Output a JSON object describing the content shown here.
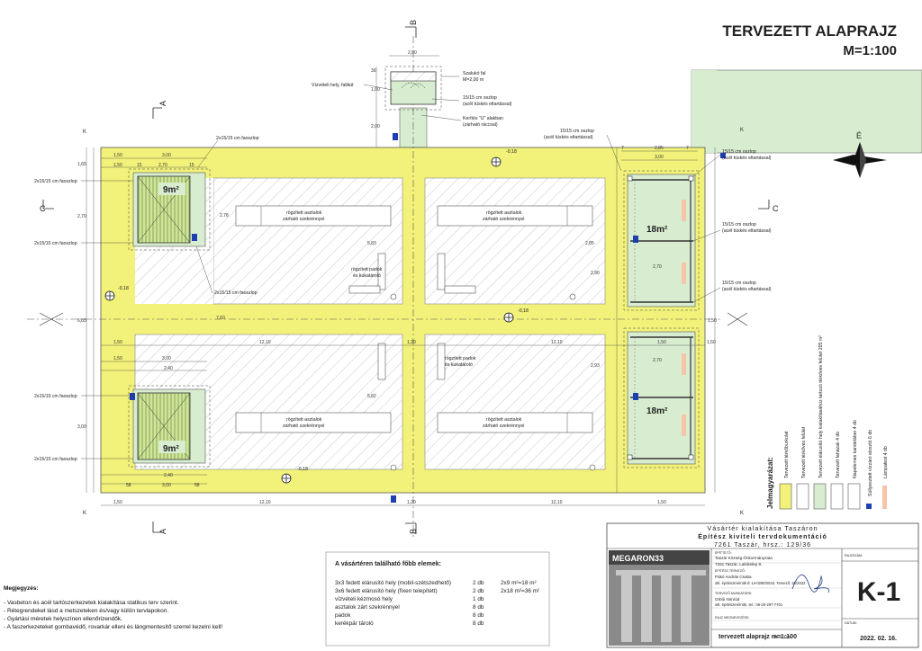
{
  "title": {
    "main": "TERVEZETT ALAPRAJZ",
    "scale": "M=1:100"
  },
  "sections": {
    "a": "A",
    "b": "B",
    "c": "C",
    "k": "K"
  },
  "compass": {
    "north": "É"
  },
  "levels": {
    "level_1": "-0,18",
    "level_2": "-0,18",
    "level_3": "-0,18",
    "level_4": "-0,18"
  },
  "callouts": {
    "szalaxo": "Szalukó fal",
    "szalaxo_h": "M=2,00 m",
    "water": "Vízvételi hely, falikút",
    "col_top": "15/15 cm oszlop",
    "col_top_sub": "(acél tüskés eltartással)",
    "kerites": "Kerítés \"U\" alakban",
    "kerites_sub": "(zárható ráccsal)",
    "col_ul_a": "15/15 cm oszlop",
    "col_ul_b": "(acél tüskés eltartással)",
    "faoszlop": "2x15/15 cm faoszlop",
    "col_r1": "15/15 cm oszlop",
    "col_r1b": "(acél tüskés eltartással)",
    "col_r2": "15/15 cm oszlop",
    "col_r2b": "(acél tüskés eltartással)",
    "col_r3": "15/15 cm oszlop",
    "col_r3b": "(acél tüskés eltartással)"
  },
  "areas": {
    "stall_9a": "9m²",
    "stall_9b": "9m²",
    "stall_18a": "18m²",
    "stall_18b": "18m²",
    "tables": "rögzített asztalok",
    "tables_sub": "zárható szekrénnyel",
    "benches": "rögzített padok",
    "benches_sub": "és kukatároló"
  },
  "dims": {
    "d150": "1,50",
    "d300": "3,00",
    "d285": "2,85",
    "d1210": "12,10",
    "d120": "1,20",
    "d200": "2,00",
    "d270": "2,70",
    "d240": "2,40",
    "d15": "15",
    "d58": "58",
    "d278": "2,78",
    "d583": "5,83",
    "d285v": "2,85",
    "d290": "2,90",
    "d165": "1,65",
    "d760": "7,60",
    "d685": "6,85",
    "d582": "5,82",
    "d293": "2,93",
    "d100": "1,00",
    "d30": "30",
    "d7": "7"
  },
  "legend": {
    "title": "Jelmagyarázat:",
    "items": [
      {
        "label": "Tervezett térkőburkolat",
        "color": "#f2f27a"
      },
      {
        "label": "Tervezett térkőves felület",
        "color": "#ffffff"
      },
      {
        "label": "Tervezett elárusító hely kialakításához tartozó térkőves felület 205 m²",
        "color": "#d8edd0"
      },
      {
        "label": "Tervezett faházak 4 db",
        "color": "#ffffff"
      },
      {
        "label": "Napelemes kandeláber 4 db",
        "color": "#ffffff"
      },
      {
        "label": "Süllyesztett vízzáró elosztó 6 db",
        "color": "#1f3fb0"
      },
      {
        "label": "Lámpatest 4 db",
        "color": "#f6c4a8"
      }
    ]
  },
  "elements_table": {
    "title": "A vásártéren található főbb elemek:",
    "rows": [
      {
        "name": "3x3 fedett elárusító hely (mobil-szétszedhető)",
        "qty": "2 db",
        "note": "2x9 m²=18 m²"
      },
      {
        "name": "3x6 fedett elárusító hely (fixen telepített)",
        "qty": "2 db",
        "note": "2x18 m²=36 m²"
      },
      {
        "name": "vízvételi kézmosó hely",
        "qty": "1 db",
        "note": ""
      },
      {
        "name": "asztalok zárt szekrénnyel",
        "qty": "8 db",
        "note": ""
      },
      {
        "name": "padok",
        "qty": "8 db",
        "note": ""
      },
      {
        "name": "kerékpár tároló",
        "qty": "8 db",
        "note": ""
      }
    ]
  },
  "notes": {
    "title": "Megjegyzés:",
    "items": [
      "- Vasbeton és acél tartószerkezetek kialakítása statikus terv szerint.",
      "- Rétegrendeket lásd a metszeteken és/vagy külön tervlapokon.",
      "- Gyártási méretek helyszínen ellenőrizendők.",
      "- A faszerkezeteket gombavédő, rovarkár elleni és lángmentesítő szerrel kezelni kell!"
    ]
  },
  "titleblock": {
    "project": "Vásártér kialakítása Taszáron",
    "phase": "Építész kiviteli tervdokumentáció",
    "address": "7261 Taszár, hrsz.: 129/36",
    "office": "MEGARON33",
    "client_label": "ÉPÍTTETŐ:",
    "client": "Taszár Község Önkormányzata",
    "client_addr": "7261 Taszár, Lakótelep 8.",
    "designer_label": "ÉPÍTÉSZ TERVEZŐ:",
    "designer": "Pákó András Csaba",
    "designer_no": "okl. építészmérnök É 14-0290/2023, Tervező: 26/2022",
    "designer2_label": "TERVEZŐ MUNKATÁRS:",
    "designer2": "Orbói Nimród",
    "designer2_sub": "okl. építészmérnök, tel.: 06-20-297-7701",
    "drawing_label": "RAJZ MEGNEVEZÉSE:",
    "drawing": "tervezett alaprajz m=1:100",
    "sheet": "K-1",
    "date": "2022. 02. 16.",
    "stamp_label": "M=1:100",
    "small_label": "RAJZSZÁM:",
    "small_date": "DÁTUM:"
  }
}
